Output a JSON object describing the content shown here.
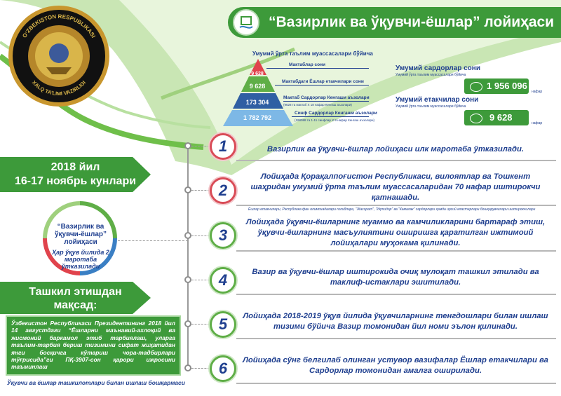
{
  "header": {
    "title": "“Вазирлик ва ўқувчи-ёшлар” лойиҳаси",
    "emblem_text_top": "O‘ZBEKISTON RESPUBLIKASI",
    "emblem_text_bottom": "XALQ TA’LIMI VAZIRLIGI"
  },
  "pyramid": {
    "title": "Умумий ўрта таълим муассасалари бўйича",
    "levels": [
      {
        "value": "9 628",
        "label": "Мактаблар сони",
        "sub": ""
      },
      {
        "value": "9 628",
        "label": "Мактабдаги Ёшлар етакчилари сони",
        "sub": ""
      },
      {
        "value": "173 304",
        "label": "Мактаб Сардорлар Кенгаши аъзолари",
        "sub": "(9628 та мактаб X 18 нафар Кенгаш аъзолари)"
      },
      {
        "value": "1 782 792",
        "label": "Синф Сардорлар Кенгаши аъзолари",
        "sub": "(198088 та 1-11 синфлар X 9 нафар Кенгаш аъзолари)"
      }
    ]
  },
  "stats": [
    {
      "title": "Умумий сардорлар сони",
      "sub": "Умумий ўрта таълим муассасалари бўйича",
      "value": "1 956 096",
      "unit": "нафар"
    },
    {
      "title": "Умумий етакчилар сони",
      "sub": "Умумий ўрта таълим муассасалари бўйича",
      "value": "9 628",
      "unit": "нафар"
    }
  ],
  "left": {
    "date_line1": "2018 йил",
    "date_line2": "16-17 ноябрь кунлари",
    "cycle_title": "“Вазирлик ва ўқувчи-ёшлар” лойиҳаси",
    "cycle_sub": "Ҳар ўқув йилида 2 маротаба ўтказилади",
    "goal_line1": "Ташкил этишдан",
    "goal_line2": "мақсад:",
    "goal_text": "Ўзбекистон Республикаси Президентининг 2018 йил 14 августдаги “Ёшларни маънавий-ахлоқий ва жисмоний баркамол этиб тарбиялаш, уларга таълим-тарбия бериш тизимини сифат жиҳатидан янги босқичга кўтариш чора-тадбирлари тўғрисида”ги ПҚ-3907-сон қарори ижросини таъминлаш",
    "footer": "Ўқувчи ва ёшлар ташкилотлари билан ишлаш бошқармаси"
  },
  "items": [
    {
      "num": "1",
      "text": "Вазирлик ва ўқувчи-ёшлар лойиҳаси илк маротаба ўтказилади."
    },
    {
      "num": "2",
      "text": "Лойиҳада Қорақалпоғистон Республикаси, вилоятлар ва Тошкент шаҳридан умумий ўрта таълим муассасаларидан 70 нафар иштирокчи қатнашади.",
      "note": "Ёшлар етакчилари, Республика фан олимпиадалари ғолиблари, “Жасорат”, “Иқтидор” ва “Камалак” сардорлари ҳамда ирсий кластерлари бошқарувчилари иштирокчилари"
    },
    {
      "num": "3",
      "text": "Лойиҳада ўқувчи-ёшларнинг муаммо ва камчиликларини бартараф этиш, ўқувчи-ёшларнинг масъулиятини оширишга қаратилган ижтимоий лойиҳалари муҳокама қилинади."
    },
    {
      "num": "4",
      "text": "Вазир ва ўқувчи-ёшлар иштирокида очиқ мулоқат ташкил этилади ва таклиф-истаклари эшитилади."
    },
    {
      "num": "5",
      "text": "Лойиҳада 2018-2019 ўқув йилида ўқувчиларнинг тенгдошлари билан ишлаш тизими бўйича Вазир томонидан йил номи эълон қилинади."
    },
    {
      "num": "6",
      "text": "Лойиҳада сўнг белгилаб олинган устувор вазифалар Ёшлар етакчилари ва Сардорлар томонидан амалга оширилади."
    }
  ]
}
